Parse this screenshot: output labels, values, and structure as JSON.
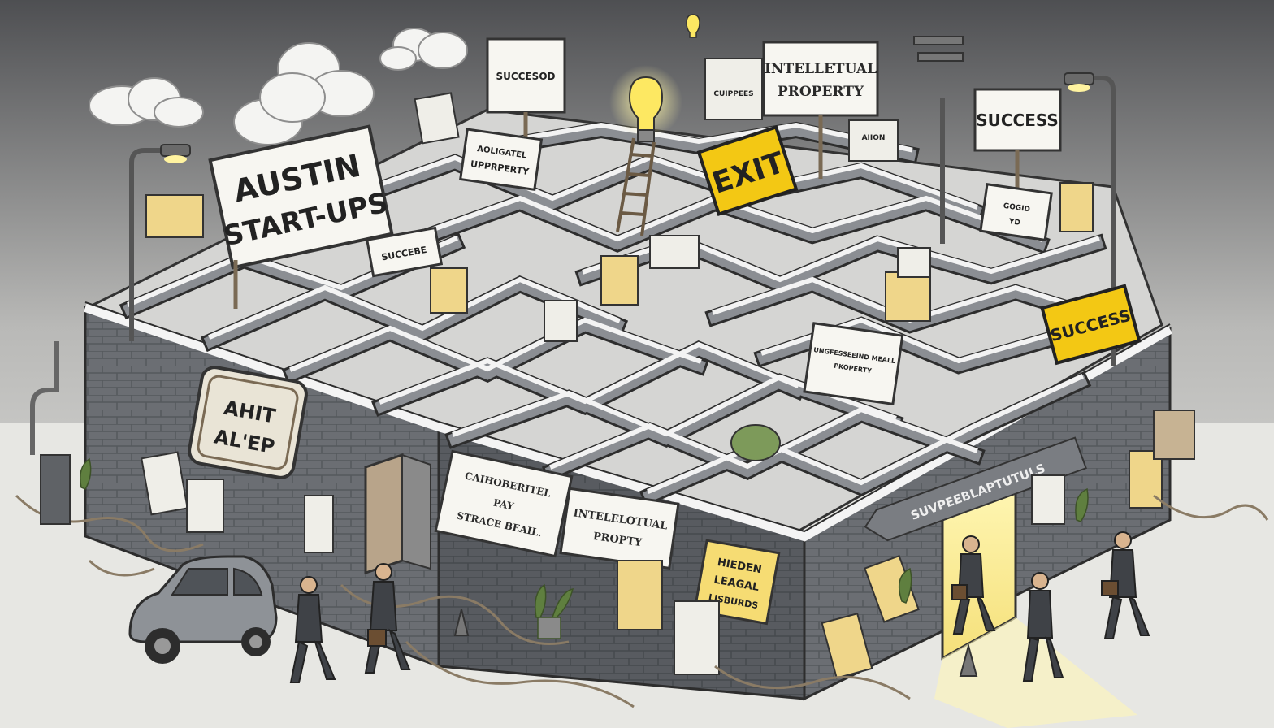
{
  "scene": {
    "signs": {
      "austin": [
        "AUSTIN",
        "START-UPS"
      ],
      "exit": "EXIT",
      "success_top": "SUCCESS",
      "success_yellow": "SUCCESS",
      "ip_top": [
        "INTELLETUAL",
        "PROPERTY"
      ],
      "ip_mid": [
        "INTELELOTUAL",
        "PROPTY"
      ],
      "ip_left": [
        "AOLIGATEL",
        "UPPRPERTY"
      ],
      "succesod": "SUCCESOD",
      "succebe": "SUCCEBE",
      "ahit": [
        "AHIT",
        "AL'EP"
      ],
      "caihoberitel": [
        "CAIHOBERITEL",
        "PAY",
        "STRACE BEAIL."
      ],
      "hidden": [
        "HIEDEN",
        "LEAGAL",
        "LISBURDS"
      ],
      "suvpeebla": "SUVPEEBLAPTUTULS",
      "right_small": [
        "GOGID",
        "YD"
      ],
      "cuippees": "CUIPPEES",
      "aiion": "AIION",
      "pkoperty_note": [
        "UNGFESSEEIND MEALL",
        "PKOPERTY"
      ]
    },
    "colors": {
      "wall_top": "#f2f2f2",
      "wall_side": "#6b6e73",
      "wall_dark": "#4a4d52",
      "sign_white": "#f7f6f1",
      "sign_yellow": "#f3c814",
      "ground": "#e7e7e3",
      "sky": "#5c5d60",
      "light": "#fff3a0"
    }
  }
}
